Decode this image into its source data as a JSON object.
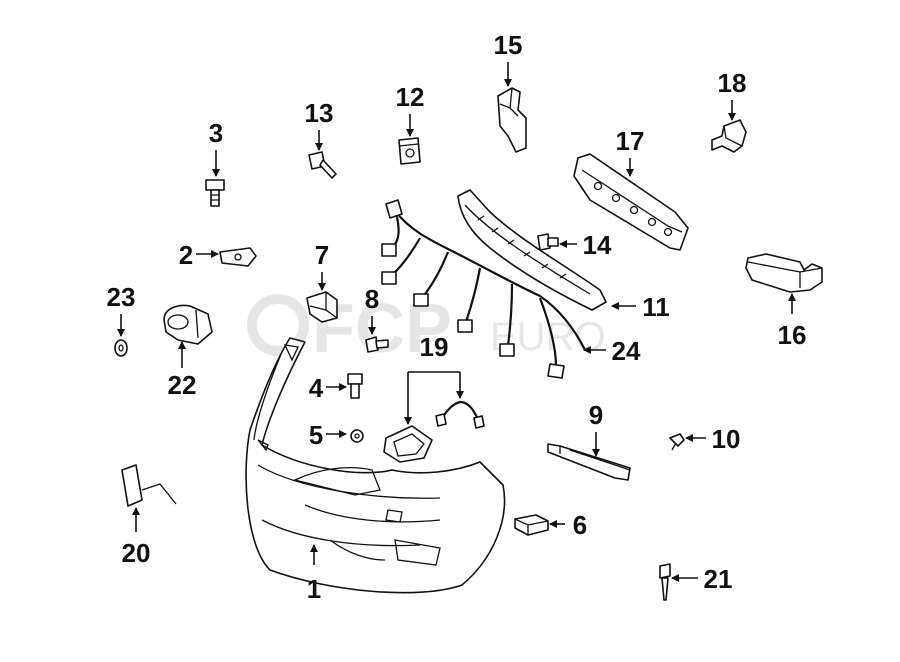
{
  "watermark": {
    "brand": "FCP",
    "suffix": "EURO"
  },
  "callouts": {
    "c1": "1",
    "c2": "2",
    "c3": "3",
    "c4": "4",
    "c5": "5",
    "c6": "6",
    "c7": "7",
    "c8": "8",
    "c9": "9",
    "c10": "10",
    "c11": "11",
    "c12": "12",
    "c13": "13",
    "c14": "14",
    "c15": "15",
    "c16": "16",
    "c17": "17",
    "c18": "18",
    "c19": "19",
    "c20": "20",
    "c21": "21",
    "c22": "22",
    "c23": "23",
    "c24": "24"
  },
  "colors": {
    "line": "#111111",
    "background": "#ffffff",
    "watermark": "#e6e6e6"
  }
}
